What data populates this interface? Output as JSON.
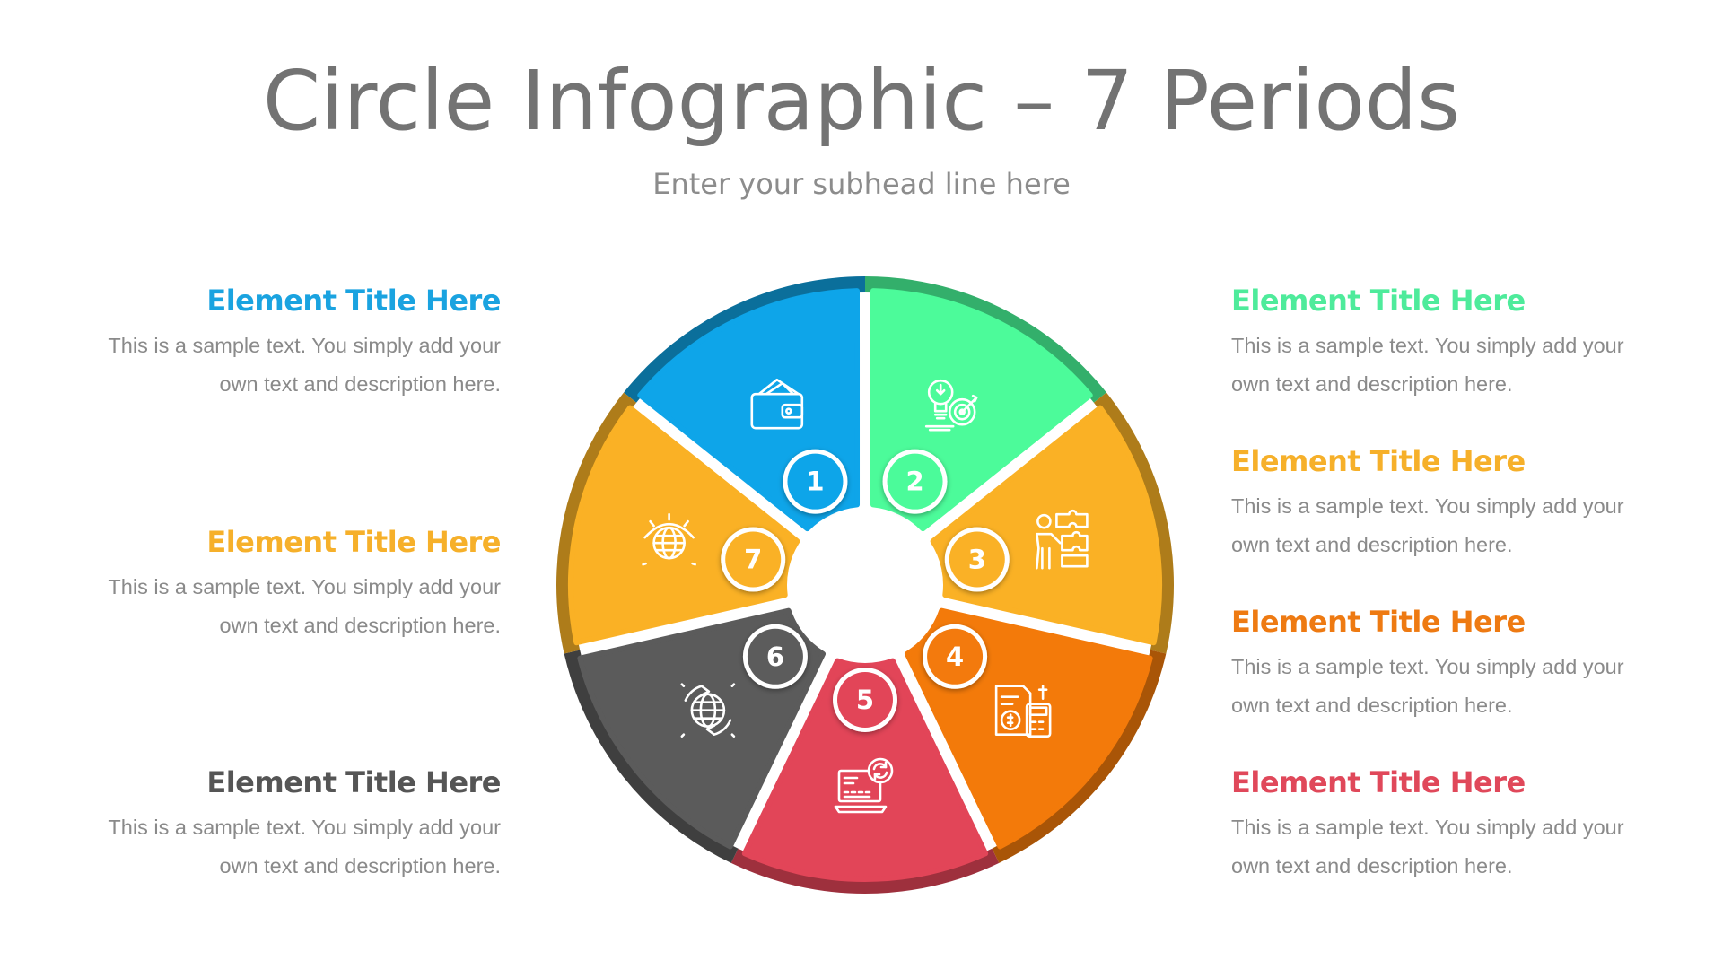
{
  "header": {
    "title": "Circle Infographic – 7 Periods",
    "subtitle": "Enter your subhead line here"
  },
  "colors": {
    "blue": "#0EA5E9",
    "green": "#4CFB9A",
    "amber": "#FAB125",
    "orange": "#F37A0A",
    "red": "#E24558",
    "gray": "#5B5B5B"
  },
  "segments": [
    {
      "number": "1",
      "color": "#0EA5E9",
      "ring_color": "#0B6F9B",
      "icon": "wallet-icon"
    },
    {
      "number": "2",
      "color": "#4CFB9A",
      "ring_color": "#33AF6B",
      "icon": "idea-target-icon"
    },
    {
      "number": "3",
      "color": "#FAB125",
      "ring_color": "#AE7C1A",
      "icon": "puzzle-person-icon"
    },
    {
      "number": "4",
      "color": "#F37A0A",
      "ring_color": "#A95507",
      "icon": "finance-calculator-icon"
    },
    {
      "number": "5",
      "color": "#E24558",
      "ring_color": "#9E303D",
      "icon": "laptop-refresh-icon"
    },
    {
      "number": "6",
      "color": "#5B5B5B",
      "ring_color": "#3F3F3F",
      "icon": "globe-hands-icon"
    },
    {
      "number": "7",
      "color": "#FAB125",
      "ring_color": "#AE7C1A",
      "icon": "globe-eye-icon"
    }
  ],
  "left_blocks": [
    {
      "title": "Element Title Here",
      "color": "#1AA3E0",
      "line1": "This is a sample text. You simply add your",
      "line2": "own text and description here."
    },
    {
      "title": "Element Title Here",
      "color": "#F6B02A",
      "line1": "This is a sample text. You simply add your",
      "line2": "own text and description here."
    },
    {
      "title": "Element Title Here",
      "color": "#555555",
      "line1": "This is a sample text. You simply add your",
      "line2": "own text and description here."
    }
  ],
  "right_blocks": [
    {
      "title": "Element Title Here",
      "color": "#4EEB9B",
      "line1": "This is a sample text. You simply add your",
      "line2": "own text and description here."
    },
    {
      "title": "Element Title Here",
      "color": "#F6B02A",
      "line1": "This is a sample text. You simply add your",
      "line2": "own text and description here."
    },
    {
      "title": "Element Title Here",
      "color": "#EE7A12",
      "line1": "This is a sample text. You simply add your",
      "line2": "own text and description here."
    },
    {
      "title": "Element Title Here",
      "color": "#E0485A",
      "line1": "This is a sample text. You simply add your",
      "line2": "own text and description here."
    }
  ]
}
